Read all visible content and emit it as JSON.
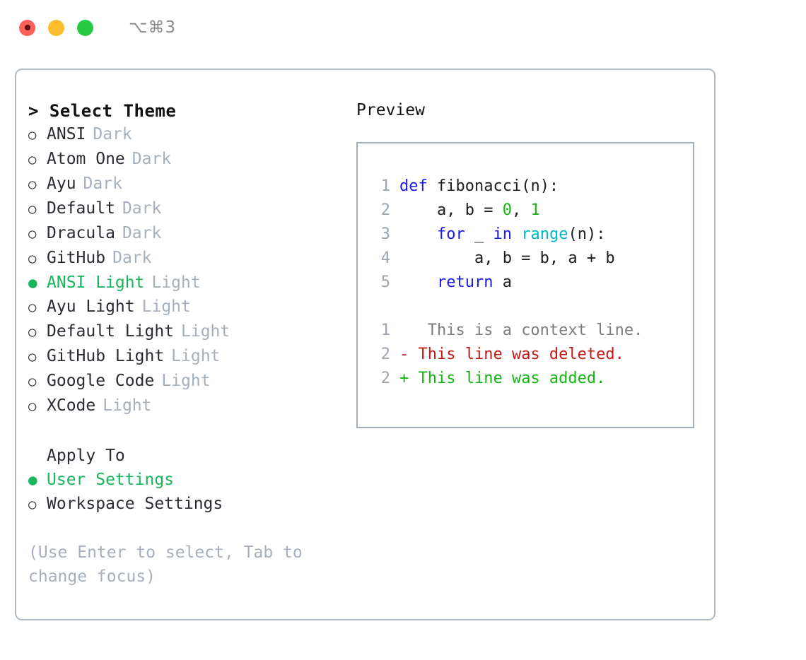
{
  "titlebar": {
    "lights": [
      {
        "name": "close-button",
        "color": "#ff6058"
      },
      {
        "name": "minimize-button",
        "color": "#ffbd2e"
      },
      {
        "name": "maximize-button",
        "color": "#26c940"
      }
    ],
    "shortcut": "⌥⌘3"
  },
  "left": {
    "heading": "> Select Theme",
    "themes": [
      {
        "bullet": "○",
        "name": "ANSI",
        "tag": "Dark",
        "selected": false
      },
      {
        "bullet": "○",
        "name": "Atom One",
        "tag": "Dark",
        "selected": false
      },
      {
        "bullet": "○",
        "name": "Ayu",
        "tag": "Dark",
        "selected": false
      },
      {
        "bullet": "○",
        "name": "Default",
        "tag": "Dark",
        "selected": false
      },
      {
        "bullet": "○",
        "name": "Dracula",
        "tag": "Dark",
        "selected": false
      },
      {
        "bullet": "○",
        "name": "GitHub",
        "tag": "Dark",
        "selected": false
      },
      {
        "bullet": "●",
        "name": "ANSI Light",
        "tag": "Light",
        "selected": true
      },
      {
        "bullet": "○",
        "name": "Ayu Light",
        "tag": "Light",
        "selected": false
      },
      {
        "bullet": "○",
        "name": "Default Light",
        "tag": "Light",
        "selected": false
      },
      {
        "bullet": "○",
        "name": "GitHub Light",
        "tag": "Light",
        "selected": false
      },
      {
        "bullet": "○",
        "name": "Google Code",
        "tag": "Light",
        "selected": false
      },
      {
        "bullet": "○",
        "name": "XCode",
        "tag": "Light",
        "selected": false
      }
    ],
    "apply_heading": "Apply To",
    "apply_options": [
      {
        "bullet": "●",
        "label": "User Settings",
        "selected": true
      },
      {
        "bullet": "○",
        "label": "Workspace Settings",
        "selected": false
      }
    ],
    "hint": "(Use Enter to select, Tab to change focus)"
  },
  "right": {
    "preview_heading": "Preview",
    "code_lines": [
      {
        "no": "1",
        "segments": [
          {
            "text": "def",
            "type": "kw"
          },
          {
            "text": " fibonacci(n):",
            "type": "plain"
          }
        ]
      },
      {
        "no": "2",
        "segments": [
          {
            "text": "    a, b = ",
            "type": "plain"
          },
          {
            "text": "0",
            "type": "num"
          },
          {
            "text": ", ",
            "type": "plain"
          },
          {
            "text": "1",
            "type": "num"
          }
        ]
      },
      {
        "no": "3",
        "segments": [
          {
            "text": "    ",
            "type": "plain"
          },
          {
            "text": "for",
            "type": "kw"
          },
          {
            "text": " _ ",
            "type": "plain"
          },
          {
            "text": "in",
            "type": "kw"
          },
          {
            "text": " ",
            "type": "plain"
          },
          {
            "text": "range",
            "type": "fn"
          },
          {
            "text": "(n):",
            "type": "plain"
          }
        ]
      },
      {
        "no": "4",
        "segments": [
          {
            "text": "        a, b = b, a + b",
            "type": "plain"
          }
        ]
      },
      {
        "no": "5",
        "segments": [
          {
            "text": "    ",
            "type": "plain"
          },
          {
            "text": "return",
            "type": "kw"
          },
          {
            "text": " a",
            "type": "plain"
          }
        ]
      }
    ],
    "diff_lines": [
      {
        "no": "1",
        "marker": " ",
        "text": "  This is a context line.",
        "type": "ctx"
      },
      {
        "no": "2",
        "marker": "-",
        "text": " This line was deleted.",
        "type": "del"
      },
      {
        "no": "2",
        "marker": "+",
        "text": " This line was added.",
        "type": "add"
      }
    ]
  },
  "colors": {
    "accent_green": "#19b55a",
    "keyword_blue": "#1a1ae6",
    "function_cyan": "#00b8c4",
    "number_green": "#16b516",
    "diff_delete_red": "#c41a14",
    "diff_add_green": "#16b516",
    "muted_gray": "#a6b0bd",
    "border_gray": "#b0bac6"
  }
}
